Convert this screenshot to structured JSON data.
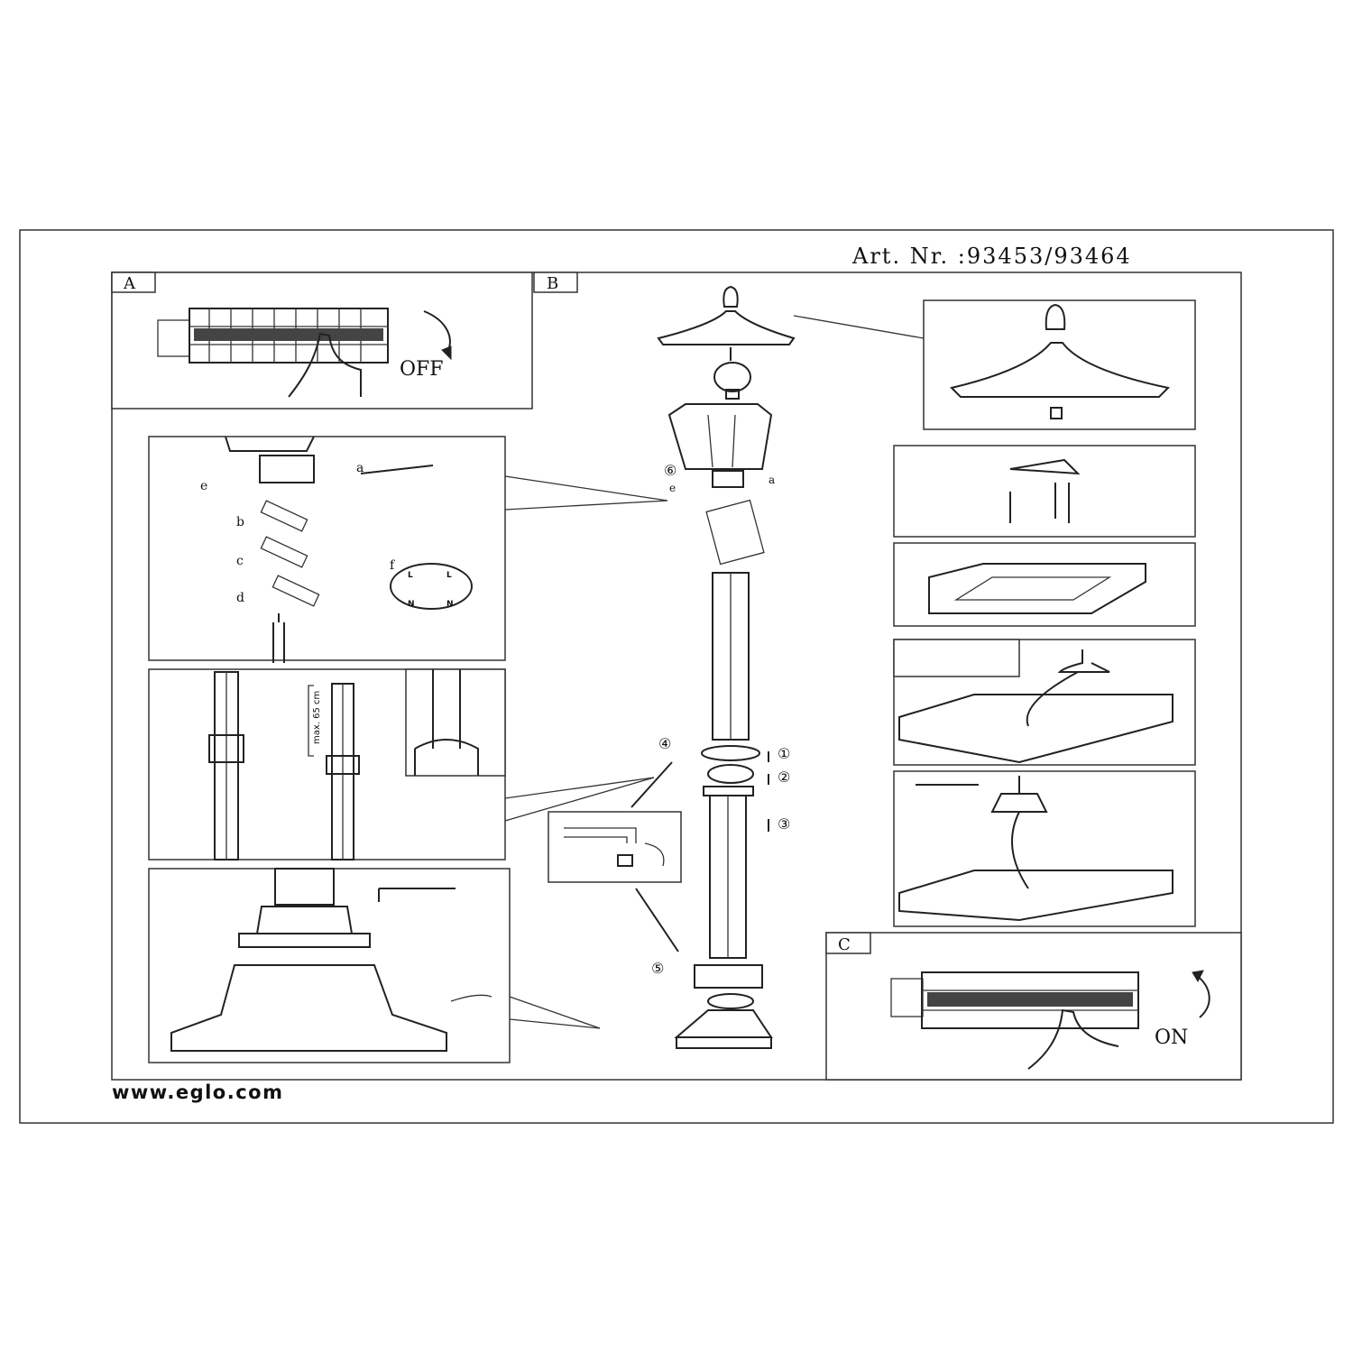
{
  "header": {
    "article_number": "Art. Nr. :93453/93464"
  },
  "footer": {
    "website": "www.eglo.com"
  },
  "panels": {
    "a": {
      "label": "A",
      "action": "OFF"
    },
    "b": {
      "label": "B"
    },
    "c": {
      "label": "C",
      "action": "ON"
    }
  },
  "wiring_steps": {
    "a": "a",
    "b": "b",
    "c": "c",
    "d": "d",
    "e": "e",
    "f": "f"
  },
  "terminal": {
    "live": "L",
    "neutral": "N"
  },
  "pole_cut": {
    "max_length": "max. 65 cm"
  },
  "assembly_steps": [
    "①",
    "②",
    "③",
    "④",
    "⑤",
    "⑥"
  ]
}
